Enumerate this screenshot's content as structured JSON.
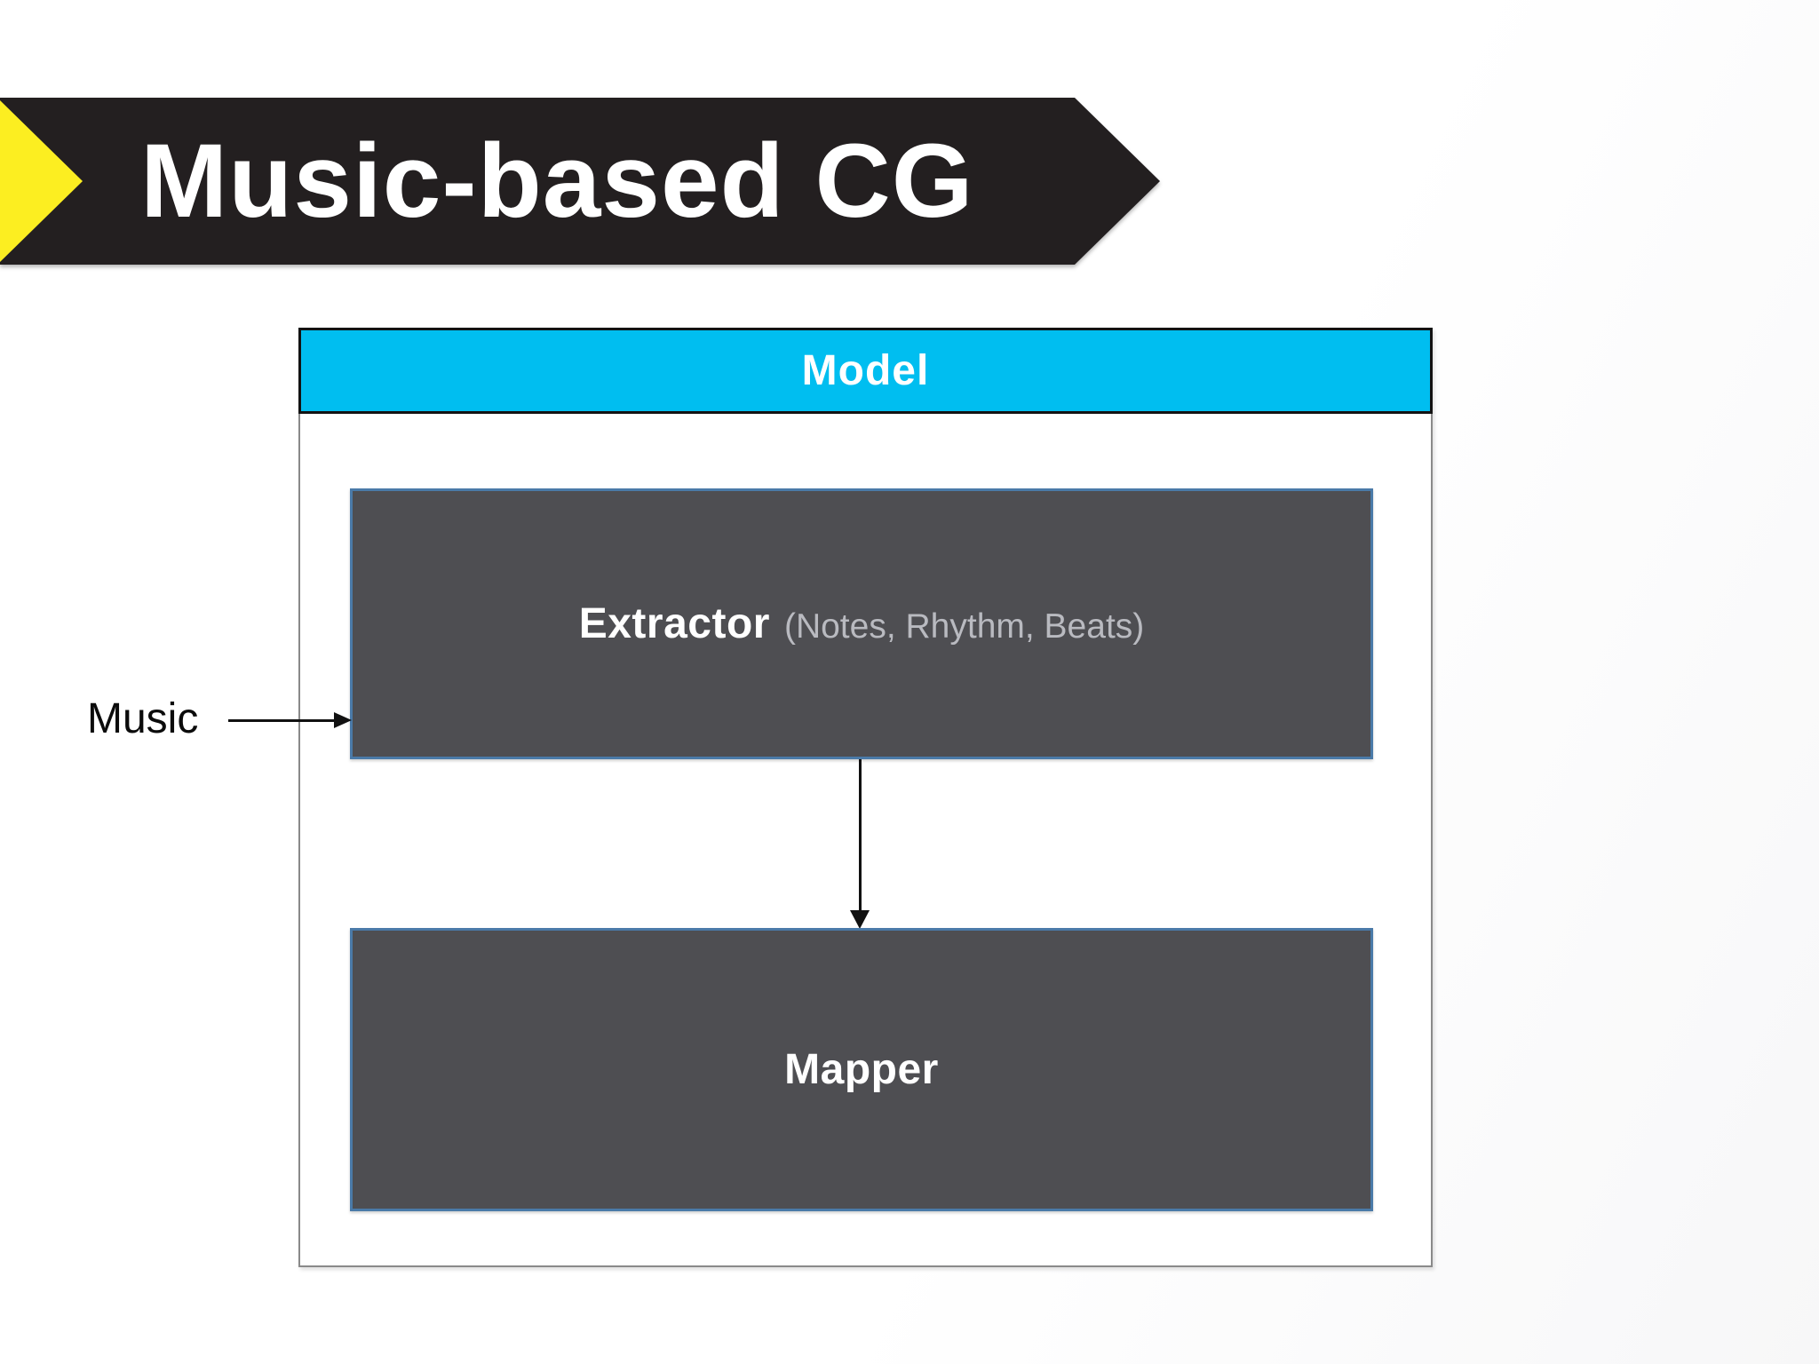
{
  "title": {
    "text": "Music-based CG"
  },
  "model": {
    "header_label": "Model",
    "extractor": {
      "name": "Extractor",
      "detail": "(Notes, Rhythm, Beats)"
    },
    "mapper_label": "Mapper"
  },
  "input": {
    "label": "Music"
  },
  "colors": {
    "banner_bg": "#231F20",
    "banner_accent": "#FCEE21",
    "header_bg": "#00BEF0",
    "header_border": "#131313",
    "box_fill": "#4E4E52",
    "box_border": "#4A7AA8",
    "outer_border": "#8A8A8A",
    "subtitle_text": "#B9BAC0",
    "arrow_color": "#111111",
    "title_text": "#FFFFFF"
  }
}
